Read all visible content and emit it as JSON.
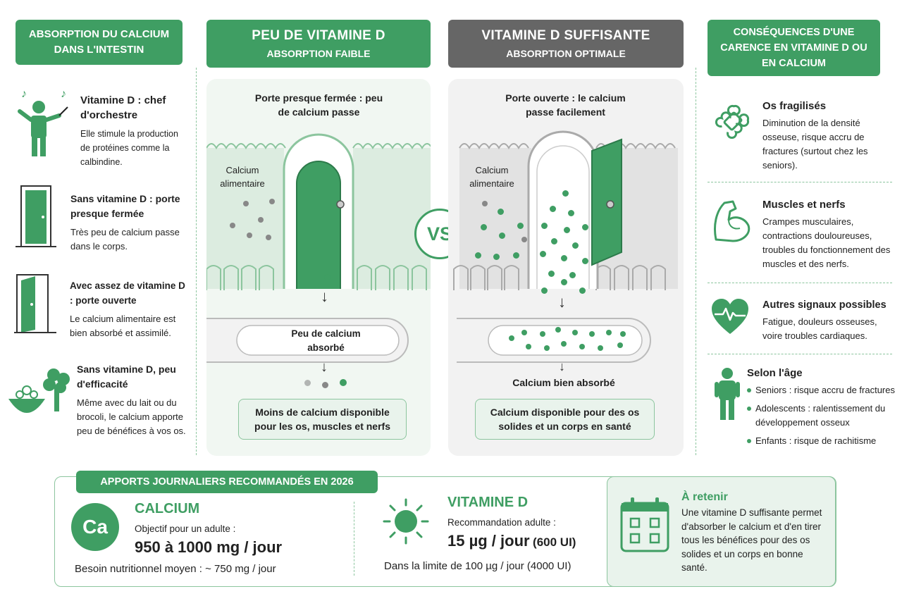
{
  "left_header": "ABSORPTION DU CALCIUM DANS L'INTESTIN",
  "left_items": [
    {
      "title": "Vitamine D : chef d'orchestre",
      "body": "Elle stimule la production de protéines comme la calbindine."
    },
    {
      "title": "Sans vitamine D : porte presque fermée",
      "body": "Très peu de calcium passe dans le corps."
    },
    {
      "title": "Avec assez de vitamine D : porte ouverte",
      "body": "Le calcium alimentaire est bien absorbé et assimilé."
    },
    {
      "title": "Sans vitamine D, peu d'efficacité",
      "body": "Même avec du lait ou du brocoli, le calcium apporte peu de bénéfices à vos os."
    }
  ],
  "low": {
    "title": "PEU DE VITAMINE D",
    "subtitle": "ABSORPTION FAIBLE",
    "door_label": "Porte presque fermée : peu de calcium passe",
    "food_label": "Calcium alimentaire",
    "absorbed_label": "Peu de calcium absorbé",
    "result": "Moins de calcium disponible pour les os, muscles et nerfs"
  },
  "vs": "VS",
  "high": {
    "title": "VITAMINE D SUFFISANTE",
    "subtitle": "ABSORPTION OPTIMALE",
    "door_label": "Porte ouverte : le calcium passe facilement",
    "food_label": "Calcium alimentaire",
    "absorbed_label": "Calcium bien absorbé",
    "result": "Calcium disponible pour des os solides et un corps en santé"
  },
  "right_header": "CONSÉQUENCES D'UNE CARENCE EN VITAMINE D OU EN CALCIUM",
  "right_items": [
    {
      "title": "Os fragilisés",
      "body": "Diminution de la densité osseuse, risque accru de fractures (surtout chez les seniors)."
    },
    {
      "title": "Muscles et nerfs",
      "body": "Crampes musculaires, contractions douloureuses, troubles du fonctionnement des muscles et des nerfs."
    },
    {
      "title": "Autres signaux possibles",
      "body": "Fatigue, douleurs osseuses, voire troubles cardiaques."
    }
  ],
  "age": {
    "title": "Selon l'âge",
    "bullets": [
      "Seniors : risque accru de fractures",
      "Adolescents : ralentissement du développement osseux",
      "Enfants : risque de rachitisme"
    ]
  },
  "bottom": {
    "tag": "APPORTS JOURNALIERS RECOMMANDÉS EN 2026",
    "calcium": {
      "symbol": "Ca",
      "title": "CALCIUM",
      "label": "Objectif pour un adulte :",
      "value": "950 à 1000 mg / jour",
      "note": "Besoin nutritionnel moyen : ~ 750 mg / jour"
    },
    "vitd": {
      "title": "VITAMINE D",
      "label": "Recommandation adulte :",
      "value_main": "15 µg / jour",
      "value_ui": "(600 UI)",
      "note": "Dans la limite de 100 µg / jour (4000 UI)"
    },
    "retain": {
      "title": "À retenir",
      "body": "Une vitamine D suffisante permet d'absorber le calcium et d'en tirer tous les bénéfices pour des os solides et un corps en bonne santé."
    }
  }
}
